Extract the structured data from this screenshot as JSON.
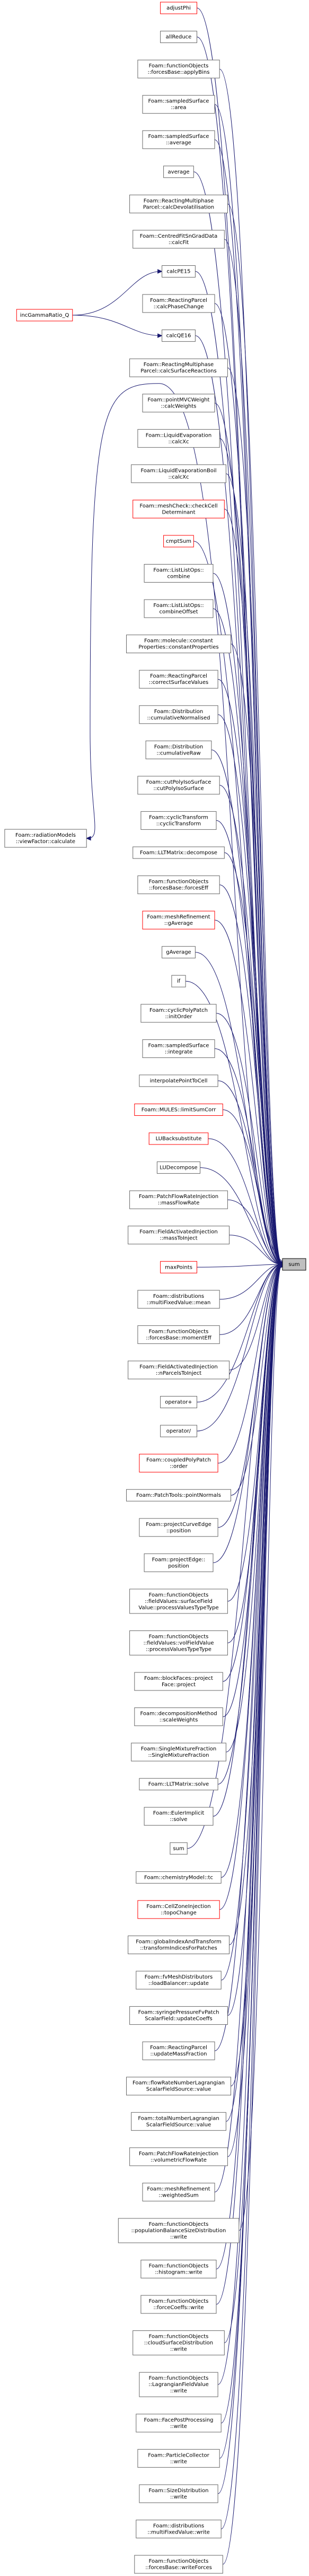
{
  "target": {
    "label": [
      "sum"
    ]
  },
  "nodes": [
    {
      "label": [
        "adjustPhi"
      ],
      "red": true
    },
    {
      "label": [
        "allReduce"
      ],
      "red": false
    },
    {
      "label": [
        "Foam::functionObjects",
        "::forcesBase::applyBins"
      ],
      "red": false
    },
    {
      "label": [
        "Foam::sampledSurface",
        "::area"
      ],
      "red": false
    },
    {
      "label": [
        "Foam::sampledSurface",
        "::average"
      ],
      "red": false
    },
    {
      "label": [
        "average"
      ],
      "red": false
    },
    {
      "label": [
        "Foam::ReactingMultiphase",
        "Parcel::calcDevolatilisation"
      ],
      "red": false
    },
    {
      "label": [
        "Foam::CentredFitSnGradData",
        "::calcFit"
      ],
      "red": false
    },
    {
      "label": [
        "calcPE15"
      ],
      "red": false
    },
    {
      "label": [
        "Foam::ReactingParcel",
        "::calcPhaseChange"
      ],
      "red": false
    },
    {
      "label": [
        "calcQE16"
      ],
      "red": false
    },
    {
      "label": [
        "Foam::ReactingMultiphase",
        "Parcel::calcSurfaceReactions"
      ],
      "red": false
    },
    {
      "label": [
        "Foam::pointMVCWeight",
        "::calcWeights"
      ],
      "red": false
    },
    {
      "label": [
        "Foam::LiquidEvaporation",
        "::calcXc"
      ],
      "red": false
    },
    {
      "label": [
        "Foam::LiquidEvaporationBoil",
        "::calcXc"
      ],
      "red": false
    },
    {
      "label": [
        "Foam::meshCheck::checkCell",
        "Determinant"
      ],
      "red": true
    },
    {
      "label": [
        "cmptSum"
      ],
      "red": true
    },
    {
      "label": [
        "Foam::ListListOps::",
        "combine"
      ],
      "red": false
    },
    {
      "label": [
        "Foam::ListListOps::",
        "combineOffset"
      ],
      "red": false
    },
    {
      "label": [
        "Foam::molecule::constant",
        "Properties::constantProperties"
      ],
      "red": false
    },
    {
      "label": [
        "Foam::ReactingParcel",
        "::correctSurfaceValues"
      ],
      "red": false
    },
    {
      "label": [
        "Foam::Distribution",
        "::cumulativeNormalised"
      ],
      "red": false
    },
    {
      "label": [
        "Foam::Distribution",
        "::cumulativeRaw"
      ],
      "red": false
    },
    {
      "label": [
        "Foam::cutPolyIsoSurface",
        "::cutPolyIsoSurface"
      ],
      "red": false
    },
    {
      "label": [
        "Foam::cyclicTransform",
        "::cyclicTransform"
      ],
      "red": false
    },
    {
      "label": [
        "Foam::LLTMatrix::decompose"
      ],
      "red": false
    },
    {
      "label": [
        "Foam::functionObjects",
        "::forcesBase::forcesEff"
      ],
      "red": false
    },
    {
      "label": [
        "Foam::meshRefinement",
        "::gAverage"
      ],
      "red": true
    },
    {
      "label": [
        "gAverage"
      ],
      "red": false
    },
    {
      "label": [
        "if"
      ],
      "red": false
    },
    {
      "label": [
        "Foam::cyclicPolyPatch",
        "::initOrder"
      ],
      "red": false
    },
    {
      "label": [
        "Foam::sampledSurface",
        "::integrate"
      ],
      "red": false
    },
    {
      "label": [
        "interpolatePointToCell"
      ],
      "red": false
    },
    {
      "label": [
        "Foam::MULES::limitSumCorr"
      ],
      "red": true
    },
    {
      "label": [
        "LUBacksubstitute"
      ],
      "red": true
    },
    {
      "label": [
        "LUDecompose"
      ],
      "red": false
    },
    {
      "label": [
        "Foam::PatchFlowRateInjection",
        "::massFlowRate"
      ],
      "red": false
    },
    {
      "label": [
        "Foam::FieldActivatedInjection",
        "::massToInject"
      ],
      "red": false
    },
    {
      "label": [
        "maxPoints"
      ],
      "red": true
    },
    {
      "label": [
        "Foam::distributions",
        "::multiFixedValue::mean"
      ],
      "red": false
    },
    {
      "label": [
        "Foam::functionObjects",
        "::forcesBase::momentEff"
      ],
      "red": false
    },
    {
      "label": [
        "Foam::FieldActivatedInjection",
        "::nParcelsToInject"
      ],
      "red": false
    },
    {
      "label": [
        "operator+"
      ],
      "red": false
    },
    {
      "label": [
        "operator/"
      ],
      "red": false
    },
    {
      "label": [
        "Foam::coupledPolyPatch",
        "::order"
      ],
      "red": true
    },
    {
      "label": [
        "Foam::PatchTools::pointNormals"
      ],
      "red": false
    },
    {
      "label": [
        "Foam::projectCurveEdge",
        "::position"
      ],
      "red": false
    },
    {
      "label": [
        "Foam::projectEdge::",
        "position"
      ],
      "red": false
    },
    {
      "label": [
        "Foam::functionObjects",
        "::fieldValues::surfaceField",
        "Value::processValuesTypeType"
      ],
      "red": false
    },
    {
      "label": [
        "Foam::functionObjects",
        "::fieldValues::volFieldValue",
        "::processValuesTypeType"
      ],
      "red": false
    },
    {
      "label": [
        "Foam::blockFaces::project",
        "Face::project"
      ],
      "red": false
    },
    {
      "label": [
        "Foam::decompositionMethod",
        "::scaleWeights"
      ],
      "red": false
    },
    {
      "label": [
        "Foam::SingleMixtureFraction",
        "::SingleMixtureFraction"
      ],
      "red": false
    },
    {
      "label": [
        "Foam::LLTMatrix::solve"
      ],
      "red": false
    },
    {
      "label": [
        "Foam::EulerImplicit",
        "::solve"
      ],
      "red": false
    },
    {
      "label": [
        "sum"
      ],
      "red": false
    },
    {
      "label": [
        "Foam::chemistryModel::tc"
      ],
      "red": false
    },
    {
      "label": [
        "Foam::CellZoneInjection",
        "::topoChange"
      ],
      "red": true
    },
    {
      "label": [
        "Foam::globalIndexAndTransform",
        "::transformIndicesForPatches"
      ],
      "red": false
    },
    {
      "label": [
        "Foam::fvMeshDistributors",
        "::loadBalancer::update"
      ],
      "red": false
    },
    {
      "label": [
        "Foam::syringePressureFvPatch",
        "ScalarField::updateCoeffs"
      ],
      "red": false
    },
    {
      "label": [
        "Foam::ReactingParcel",
        "::updateMassFraction"
      ],
      "red": false
    },
    {
      "label": [
        "Foam::flowRateNumberLagrangian",
        "ScalarFieldSource::value"
      ],
      "red": false
    },
    {
      "label": [
        "Foam::totalNumberLagrangian",
        "ScalarFieldSource::value"
      ],
      "red": false
    },
    {
      "label": [
        "Foam::PatchFlowRateInjection",
        "::volumetricFlowRate"
      ],
      "red": false
    },
    {
      "label": [
        "Foam::meshRefinement",
        "::weightedSum"
      ],
      "red": false
    },
    {
      "label": [
        "Foam::functionObjects",
        "::populationBalanceSizeDistribution",
        "::write"
      ],
      "red": false
    },
    {
      "label": [
        "Foam::functionObjects",
        "::histogram::write"
      ],
      "red": false
    },
    {
      "label": [
        "Foam::functionObjects",
        "::forceCoeffs::write"
      ],
      "red": false
    },
    {
      "label": [
        "Foam::functionObjects",
        "::cloudSurfaceDistribution",
        "::write"
      ],
      "red": false
    },
    {
      "label": [
        "Foam::functionObjects",
        "::LagrangianFieldValue",
        "::write"
      ],
      "red": false
    },
    {
      "label": [
        "Foam::FacePostProcessing",
        "::write"
      ],
      "red": false
    },
    {
      "label": [
        "Foam::ParticleCollector",
        "::write"
      ],
      "red": false
    },
    {
      "label": [
        "Foam::SizeDistribution",
        "::write"
      ],
      "red": false
    },
    {
      "label": [
        "Foam::distributions",
        "::multiFixedValue::write"
      ],
      "red": false
    },
    {
      "label": [
        "Foam::functionObjects",
        "::forcesBase::writeForces"
      ],
      "red": false
    }
  ],
  "left_nodes": [
    {
      "label": [
        "incGammaRatio_Q"
      ],
      "red": true,
      "feeds": [
        8,
        10
      ]
    },
    {
      "label": [
        "Foam::radiationModels",
        "::viewFactor::calculate"
      ],
      "red": false,
      "feeds": []
    }
  ]
}
